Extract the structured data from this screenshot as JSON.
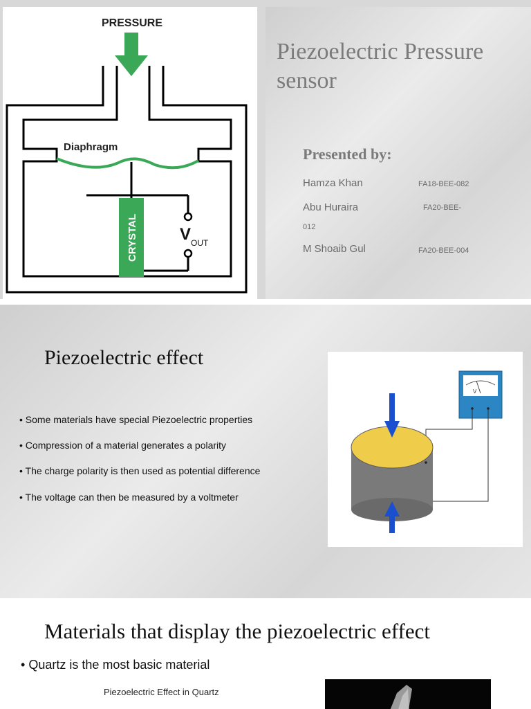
{
  "slide1": {
    "diagram": {
      "pressure_label": "PRESSURE",
      "diaphragm_label": "Diaphragm",
      "crystal_label": "CRYSTAL",
      "vout_v": "V",
      "vout_sub": "OUT",
      "colors": {
        "green": "#3aa856",
        "outline": "#000000"
      }
    },
    "title": "Piezoelectric Pressure sensor",
    "presented_by": "Presented by:",
    "presenters": [
      {
        "name": "Hamza Khan",
        "id": "FA18-BEE-082"
      },
      {
        "name": "Abu Huraira",
        "id": "FA20-BEE-",
        "id_cont": "012"
      },
      {
        "name": "M Shoaib Gul",
        "id": "FA20-BEE-004"
      }
    ]
  },
  "slide2": {
    "title": "Piezoelectric effect",
    "bullets": [
      "Some materials have special Piezoelectric properties",
      " Compression of a material generates a polarity",
      "The charge polarity is then used as potential difference",
      "The voltage can then be measured by a voltmeter"
    ],
    "figure": {
      "meter_symbol": "V",
      "colors": {
        "top": "#f0cc4b",
        "body": "#7a7a7a",
        "arrow": "#1a4fd0",
        "meter": "#2d86c4"
      }
    }
  },
  "slide3": {
    "title": "Materials that display the piezoelectric effect",
    "bullet": "Quartz is the most basic material",
    "caption": "Piezoelectric Effect in Quartz"
  }
}
